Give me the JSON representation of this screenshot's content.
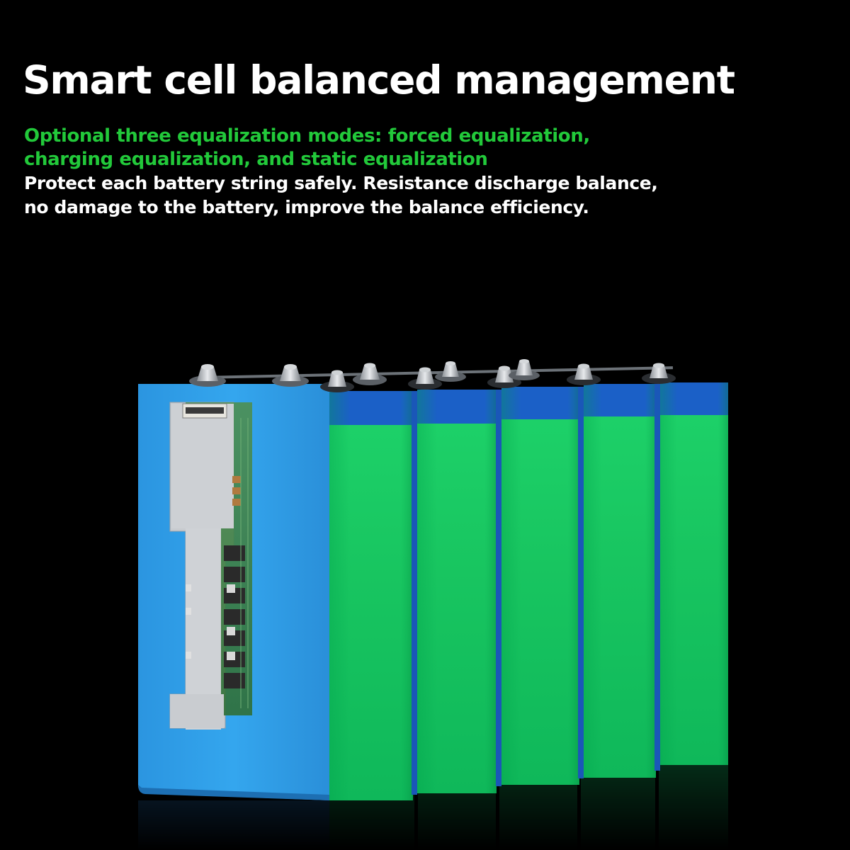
{
  "headline": "Smart cell balanced management",
  "subhead": "Optional three equalization modes: forced equalization, charging equalization, and static equalization",
  "body": "Protect each battery string safely. Resistance discharge balance, no damage to the battery, improve the balance efficiency.",
  "product_image": {
    "description_icon": "battery-pack-with-bms-board",
    "colors": {
      "cell_side": "#2f9de6",
      "cell_face_green": "#19c95a",
      "cell_top_band": "#1a5fc4",
      "background": "#000000"
    }
  }
}
